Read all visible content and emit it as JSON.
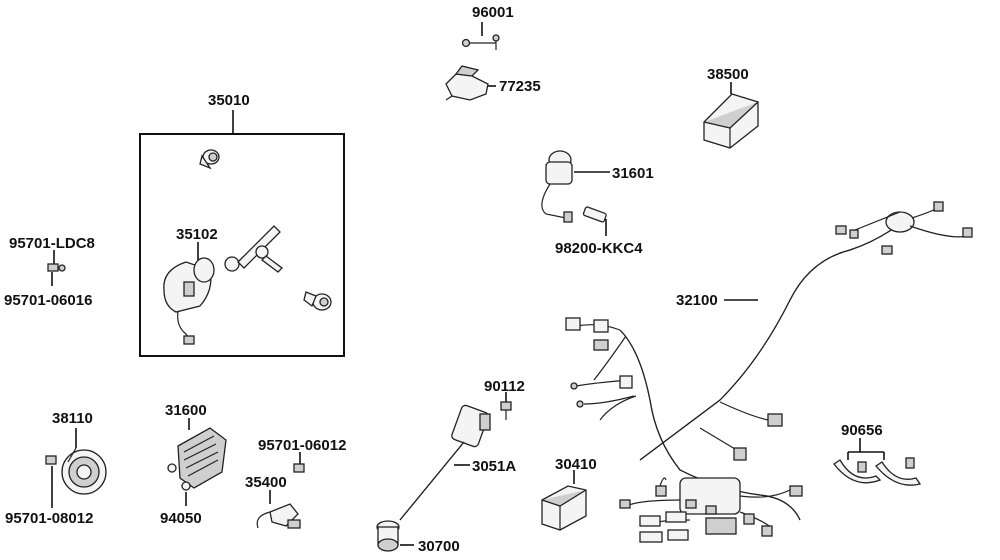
{
  "labels": {
    "p96001": "96001",
    "p77235": "77235",
    "p38500": "38500",
    "p35010": "35010",
    "p35102": "35102",
    "p31601": "31601",
    "p98200": "98200-KKC4",
    "p95701_ldc8": "95701-LDC8",
    "p95701_06016": "95701-06016",
    "p32100": "32100",
    "p90112": "90112",
    "p38110": "38110",
    "p31600": "31600",
    "p95701_06012": "95701-06012",
    "p35400": "35400",
    "p3051a": "3051A",
    "p30410": "30410",
    "p90656": "90656",
    "p95701_08012": "95701-08012",
    "p94050": "94050",
    "p30700": "30700"
  }
}
